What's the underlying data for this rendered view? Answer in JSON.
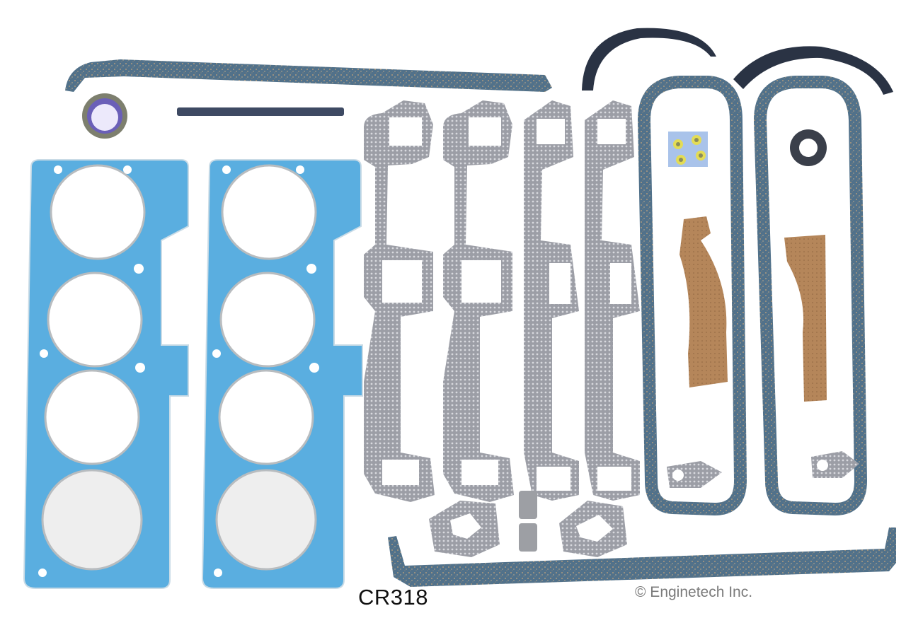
{
  "product": {
    "part_number": "CR318",
    "copyright": "© Enginetech Inc."
  },
  "colors": {
    "background": "#ffffff",
    "head_gasket_blue": "#5aaee0",
    "head_gasket_outline": "#c9dbe6",
    "cork_blue": "#51718a",
    "cork_fleck": "#c9a77a",
    "exhaust_gray": "#a7a9b0",
    "rubber_dark": "#2a3344",
    "seal_purple": "#6a5fb8",
    "seal_steel": "#7d7f6e",
    "cork_tan": "#b5865a",
    "grommet_yellow": "#e3dc55",
    "grommet_card": "#a9c3ea"
  },
  "parts": [
    {
      "name": "head-gasket-left",
      "type": "cylinder head gasket"
    },
    {
      "name": "head-gasket-right",
      "type": "cylinder head gasket"
    },
    {
      "name": "exhaust-manifold-gasket-1",
      "type": "exhaust manifold gasket"
    },
    {
      "name": "exhaust-manifold-gasket-2",
      "type": "exhaust manifold gasket"
    },
    {
      "name": "exhaust-manifold-gasket-3",
      "type": "exhaust manifold gasket"
    },
    {
      "name": "exhaust-manifold-gasket-4",
      "type": "exhaust manifold gasket"
    },
    {
      "name": "valve-cover-gasket-left",
      "type": "valve cover gasket"
    },
    {
      "name": "valve-cover-gasket-right",
      "type": "valve cover gasket"
    },
    {
      "name": "oil-pan-gasket-top",
      "type": "oil pan rail gasket"
    },
    {
      "name": "oil-pan-gasket-bottom",
      "type": "oil pan rail gasket"
    },
    {
      "name": "rear-main-seal-1",
      "type": "rear main seal half"
    },
    {
      "name": "rear-main-seal-2",
      "type": "rear main seal half"
    },
    {
      "name": "timing-cover-seal",
      "type": "timing cover seal"
    },
    {
      "name": "rubber-strip",
      "type": "intake end seal strip"
    },
    {
      "name": "cork-end-seal-left",
      "type": "cork end seal"
    },
    {
      "name": "cork-end-seal-right",
      "type": "cork end seal"
    },
    {
      "name": "grommet-card",
      "type": "grommets"
    },
    {
      "name": "fuel-pump-gasket-left",
      "type": "fuel pump gasket"
    },
    {
      "name": "fuel-pump-gasket-right",
      "type": "fuel pump gasket"
    },
    {
      "name": "shim-plates",
      "type": "metal shims"
    },
    {
      "name": "o-ring-washer",
      "type": "washer seal"
    }
  ]
}
